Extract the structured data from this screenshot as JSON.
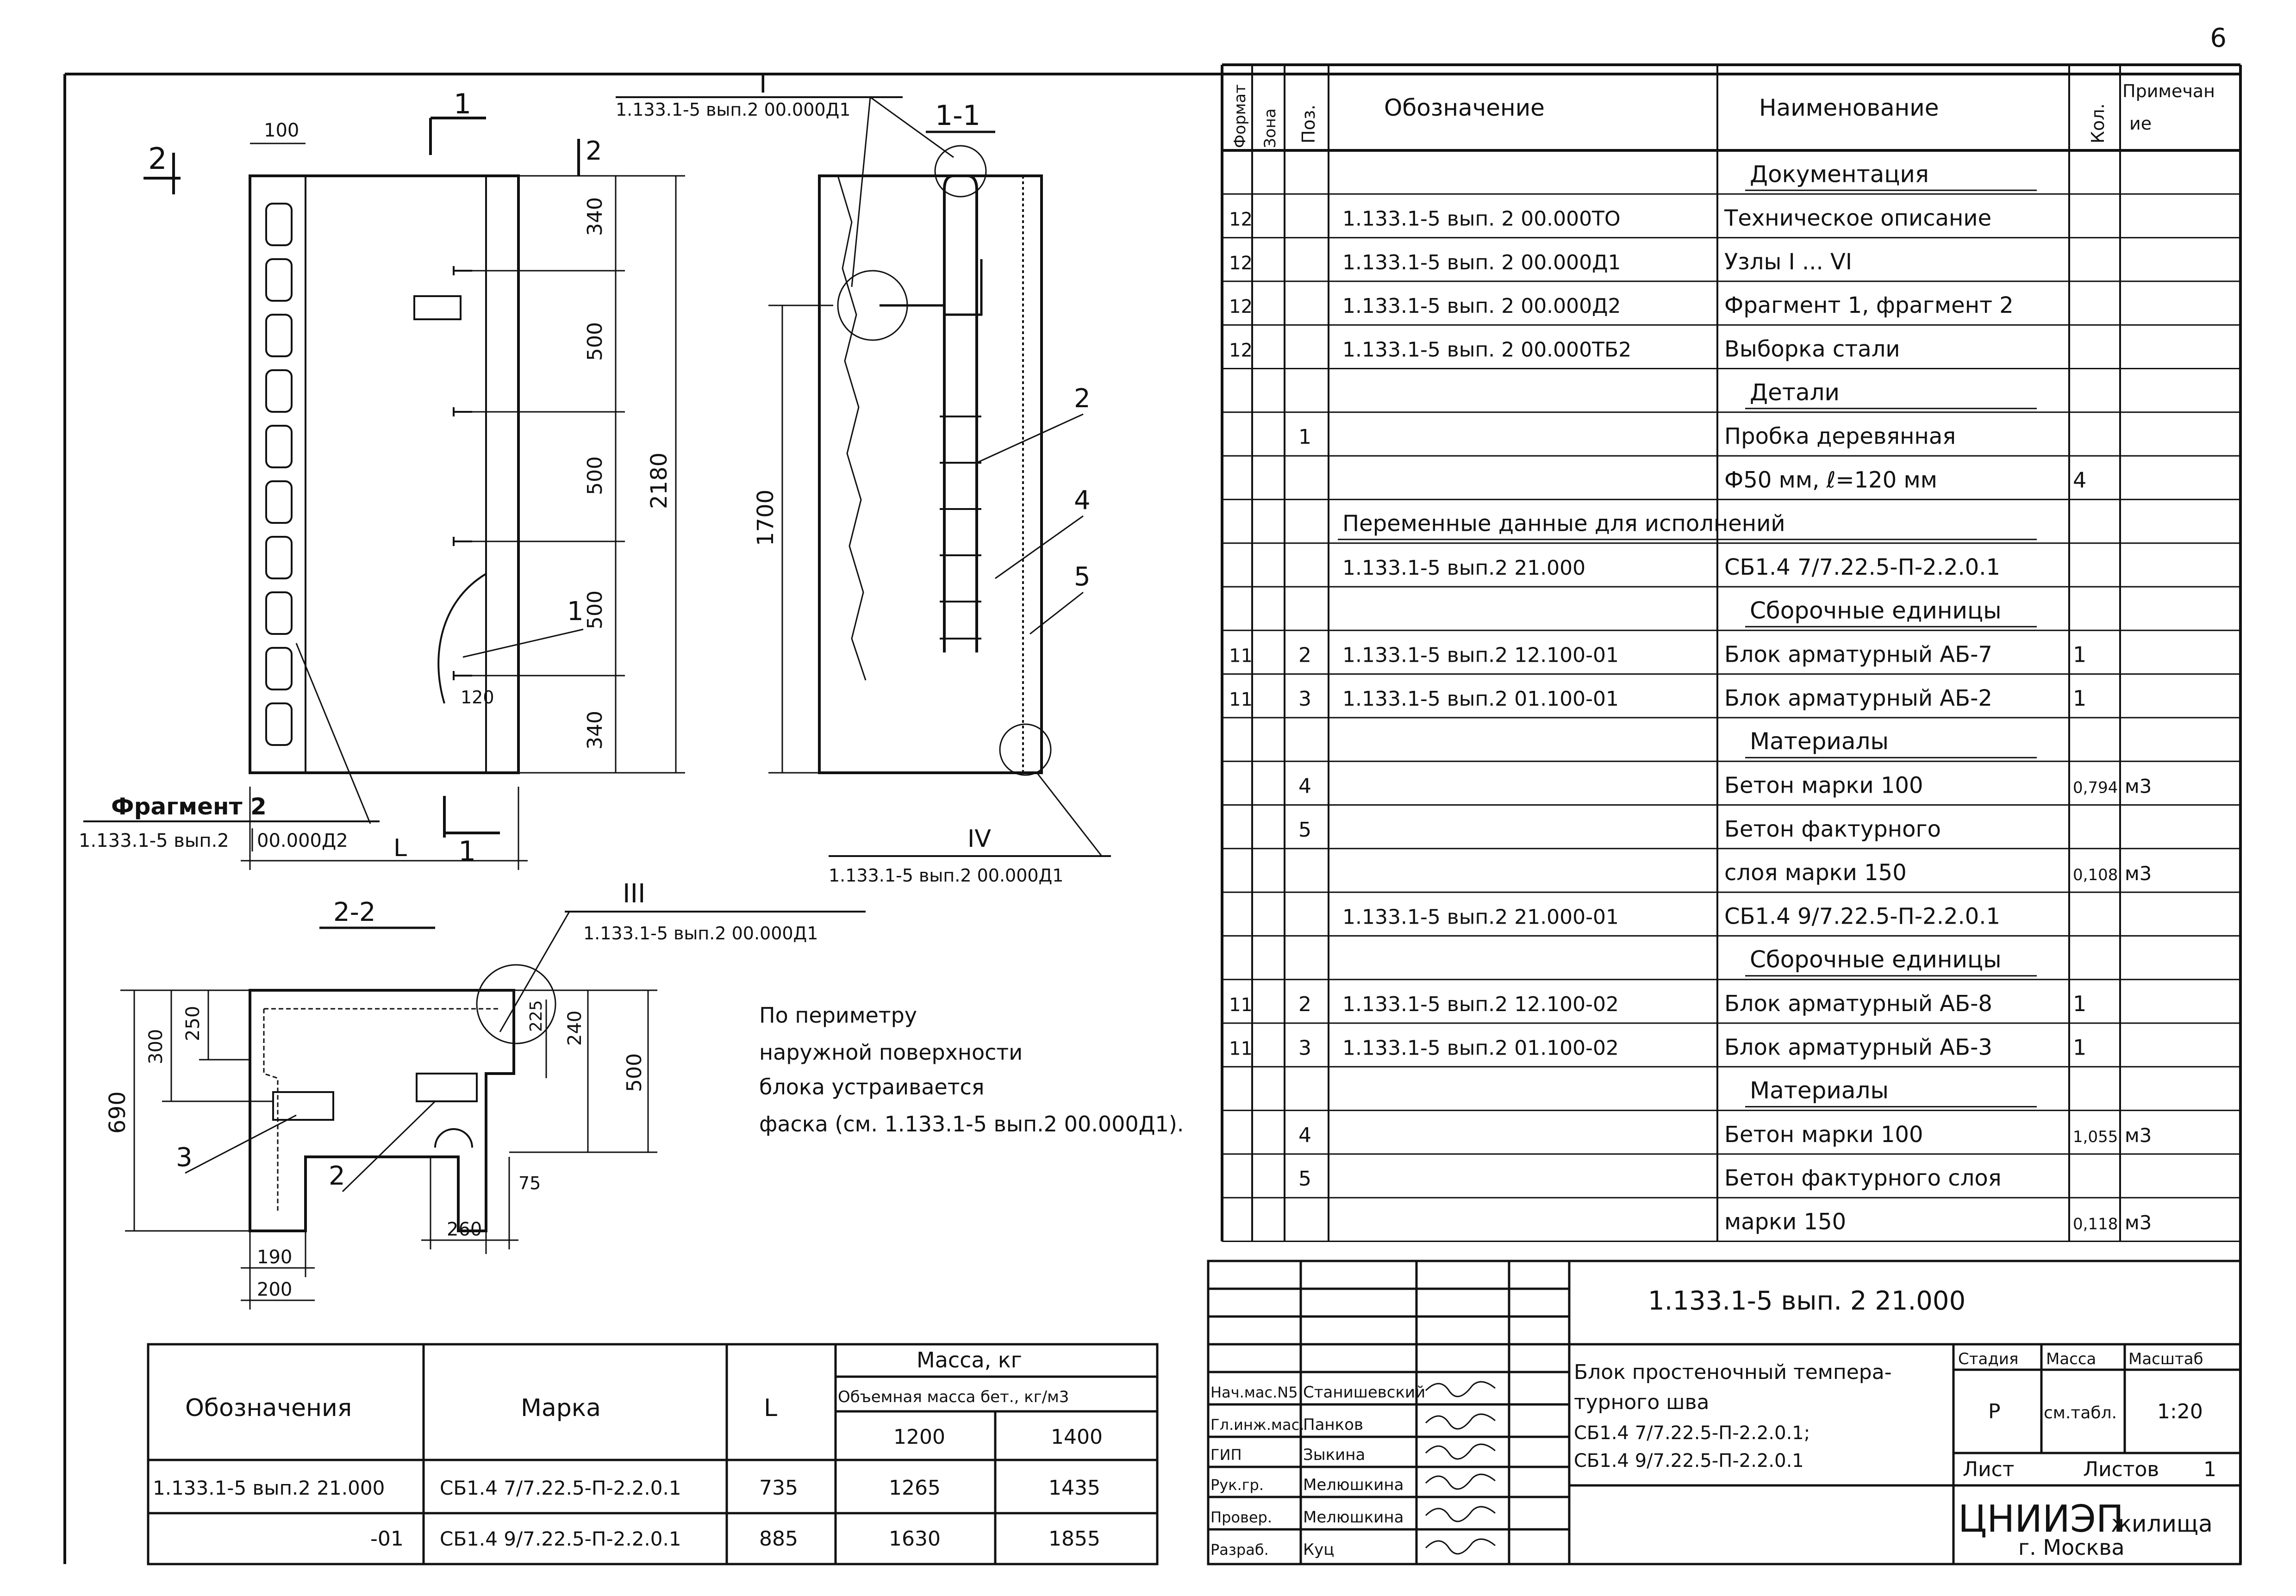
{
  "page_number": "6",
  "drawings": {
    "elevation": {
      "section_mark_1": "1",
      "section_mark_2": "2",
      "dims": [
        "100",
        "340",
        "500",
        "500",
        "500",
        "340",
        "2180",
        "120"
      ],
      "length_label": "L",
      "callout_1": "1",
      "fragment_title": "Фрагмент 2",
      "fragment_ref_a": "1.133.1-5 вып.2",
      "fragment_ref_b": "00.000Д2"
    },
    "section_1_1": {
      "title": "1-1",
      "node_I": "I",
      "node_I_ref": "1.133.1-5 вып.2 00.000Д1",
      "dim_height": "1700",
      "callouts": [
        "2",
        "4",
        "5"
      ],
      "node_IV": "IV",
      "node_IV_ref": "1.133.1-5 вып.2 00.000Д1"
    },
    "section_2_2": {
      "title": "2-2",
      "node_III": "III",
      "node_III_ref": "1.133.1-5 вып.2 00.000Д1",
      "dims": [
        "300",
        "250",
        "225",
        "240",
        "500",
        "690",
        "75",
        "260",
        "190",
        "200"
      ],
      "callouts": [
        "3",
        "2"
      ]
    },
    "note": [
      "По периметру",
      "наружной поверхности",
      "блока устраивается",
      "фаска (см. 1.133.1-5 вып.2 00.000Д1)."
    ]
  },
  "spec": {
    "headers": {
      "format": "Формат",
      "zone": "Зона",
      "pos": "Поз.",
      "designation": "Обозначение",
      "name": "Наименование",
      "qty": "Кол.",
      "note": "Примечание"
    },
    "rows": [
      {
        "f": "",
        "z": "",
        "p": "",
        "d": "",
        "n": "Документация",
        "q": "",
        "u": "",
        "type": "section"
      },
      {
        "f": "12",
        "z": "",
        "p": "",
        "d": "1.133.1-5 вып. 2  00.000ТО",
        "n": "Техническое описание",
        "q": "",
        "u": ""
      },
      {
        "f": "12",
        "z": "",
        "p": "",
        "d": "1.133.1-5 вып. 2  00.000Д1",
        "n": "Узлы I ... VI",
        "q": "",
        "u": ""
      },
      {
        "f": "12",
        "z": "",
        "p": "",
        "d": "1.133.1-5 вып. 2  00.000Д2",
        "n": "Фрагмент 1, фрагмент 2",
        "q": "",
        "u": ""
      },
      {
        "f": "12",
        "z": "",
        "p": "",
        "d": "1.133.1-5 вып. 2  00.000ТБ2",
        "n": "Выборка стали",
        "q": "",
        "u": ""
      },
      {
        "f": "",
        "z": "",
        "p": "",
        "d": "",
        "n": "Детали",
        "q": "",
        "u": "",
        "type": "section"
      },
      {
        "f": "",
        "z": "",
        "p": "1",
        "d": "",
        "n": "Пробка деревянная",
        "q": "",
        "u": ""
      },
      {
        "f": "",
        "z": "",
        "p": "",
        "d": "",
        "n": "Ф50 мм, ℓ=120 мм",
        "q": "4",
        "u": ""
      },
      {
        "f": "",
        "z": "",
        "p": "",
        "d": "",
        "n": "Переменные данные для исполнений",
        "q": "",
        "u": "",
        "type": "wide"
      },
      {
        "f": "",
        "z": "",
        "p": "",
        "d": "1.133.1-5 вып.2  21.000",
        "n": "СБ1.4 7/7.22.5-П-2.2.0.1",
        "q": "",
        "u": ""
      },
      {
        "f": "",
        "z": "",
        "p": "",
        "d": "",
        "n": "Сборочные единицы",
        "q": "",
        "u": "",
        "type": "section"
      },
      {
        "f": "11",
        "z": "",
        "p": "2",
        "d": "1.133.1-5 вып.2  12.100-01",
        "n": "Блок арматурный АБ-7",
        "q": "1",
        "u": ""
      },
      {
        "f": "11",
        "z": "",
        "p": "3",
        "d": "1.133.1-5 вып.2  01.100-01",
        "n": "Блок арматурный АБ-2",
        "q": "1",
        "u": ""
      },
      {
        "f": "",
        "z": "",
        "p": "",
        "d": "",
        "n": "Материалы",
        "q": "",
        "u": "",
        "type": "section"
      },
      {
        "f": "",
        "z": "",
        "p": "4",
        "d": "",
        "n": "Бетон марки 100",
        "q": "0,794",
        "u": "м3"
      },
      {
        "f": "",
        "z": "",
        "p": "5",
        "d": "",
        "n": "Бетон фактурного",
        "q": "",
        "u": ""
      },
      {
        "f": "",
        "z": "",
        "p": "",
        "d": "",
        "n": "слоя марки 150",
        "q": "0,108",
        "u": "м3"
      },
      {
        "f": "",
        "z": "",
        "p": "",
        "d": "1.133.1-5 вып.2  21.000-01",
        "n": "СБ1.4 9/7.22.5-П-2.2.0.1",
        "q": "",
        "u": ""
      },
      {
        "f": "",
        "z": "",
        "p": "",
        "d": "",
        "n": "Сборочные единицы",
        "q": "",
        "u": "",
        "type": "section"
      },
      {
        "f": "11",
        "z": "",
        "p": "2",
        "d": "1.133.1-5 вып.2  12.100-02",
        "n": "Блок арматурный АБ-8",
        "q": "1",
        "u": ""
      },
      {
        "f": "11",
        "z": "",
        "p": "3",
        "d": "1.133.1-5 вып.2  01.100-02",
        "n": "Блок арматурный АБ-3",
        "q": "1",
        "u": ""
      },
      {
        "f": "",
        "z": "",
        "p": "",
        "d": "",
        "n": "Материалы",
        "q": "",
        "u": "",
        "type": "section"
      },
      {
        "f": "",
        "z": "",
        "p": "4",
        "d": "",
        "n": "Бетон марки 100",
        "q": "1,055",
        "u": "м3"
      },
      {
        "f": "",
        "z": "",
        "p": "5",
        "d": "",
        "n": "Бетон фактурного слоя",
        "q": "",
        "u": ""
      },
      {
        "f": "",
        "z": "",
        "p": "",
        "d": "",
        "n": "марки 150",
        "q": "0,118",
        "u": "м3"
      }
    ]
  },
  "mass_table": {
    "col_designation": "Обозначения",
    "col_mark": "Марка",
    "col_L": "L",
    "col_mass": "Масса, кг",
    "col_density": "Объемная масса бет., кг/м3",
    "density_1": "1200",
    "density_2": "1400",
    "rows": [
      {
        "designation": "1.133.1-5 вып.2 21.000",
        "mark": "СБ1.4 7/7.22.5-П-2.2.0.1",
        "L": "735",
        "m1": "1265",
        "m2": "1435"
      },
      {
        "designation": "-01",
        "mark": "СБ1.4 9/7.22.5-П-2.2.0.1",
        "L": "885",
        "m1": "1630",
        "m2": "1855"
      }
    ]
  },
  "title_block": {
    "doc_code": "1.133.1-5 вып. 2  21.000",
    "title_lines": [
      "Блок простеночный темпера-",
      "турного шва",
      "СБ1.4 7/7.22.5-П-2.2.0.1;",
      "СБ1.4 9/7.22.5-П-2.2.0.1"
    ],
    "stage_label": "Стадия",
    "mass_label": "Масса",
    "scale_label": "Масштаб",
    "stage": "Р",
    "mass": "см.табл.",
    "scale": "1:20",
    "sheet_label": "Лист",
    "sheets_label": "Листов",
    "sheets": "1",
    "org": "ЦНИИЭП",
    "org_sub": "жилища",
    "city": "г. Москва",
    "signers": [
      {
        "role": "Нач.мас.N5",
        "name": "Станишевский"
      },
      {
        "role": "Гл.инж.мас.",
        "name": "Панков"
      },
      {
        "role": "ГИП",
        "name": "Зыкина"
      },
      {
        "role": "Рук.гр.",
        "name": "Мелюшкина"
      },
      {
        "role": "Провер.",
        "name": "Мелюшкина"
      },
      {
        "role": "Разраб.",
        "name": "Куц"
      }
    ]
  }
}
